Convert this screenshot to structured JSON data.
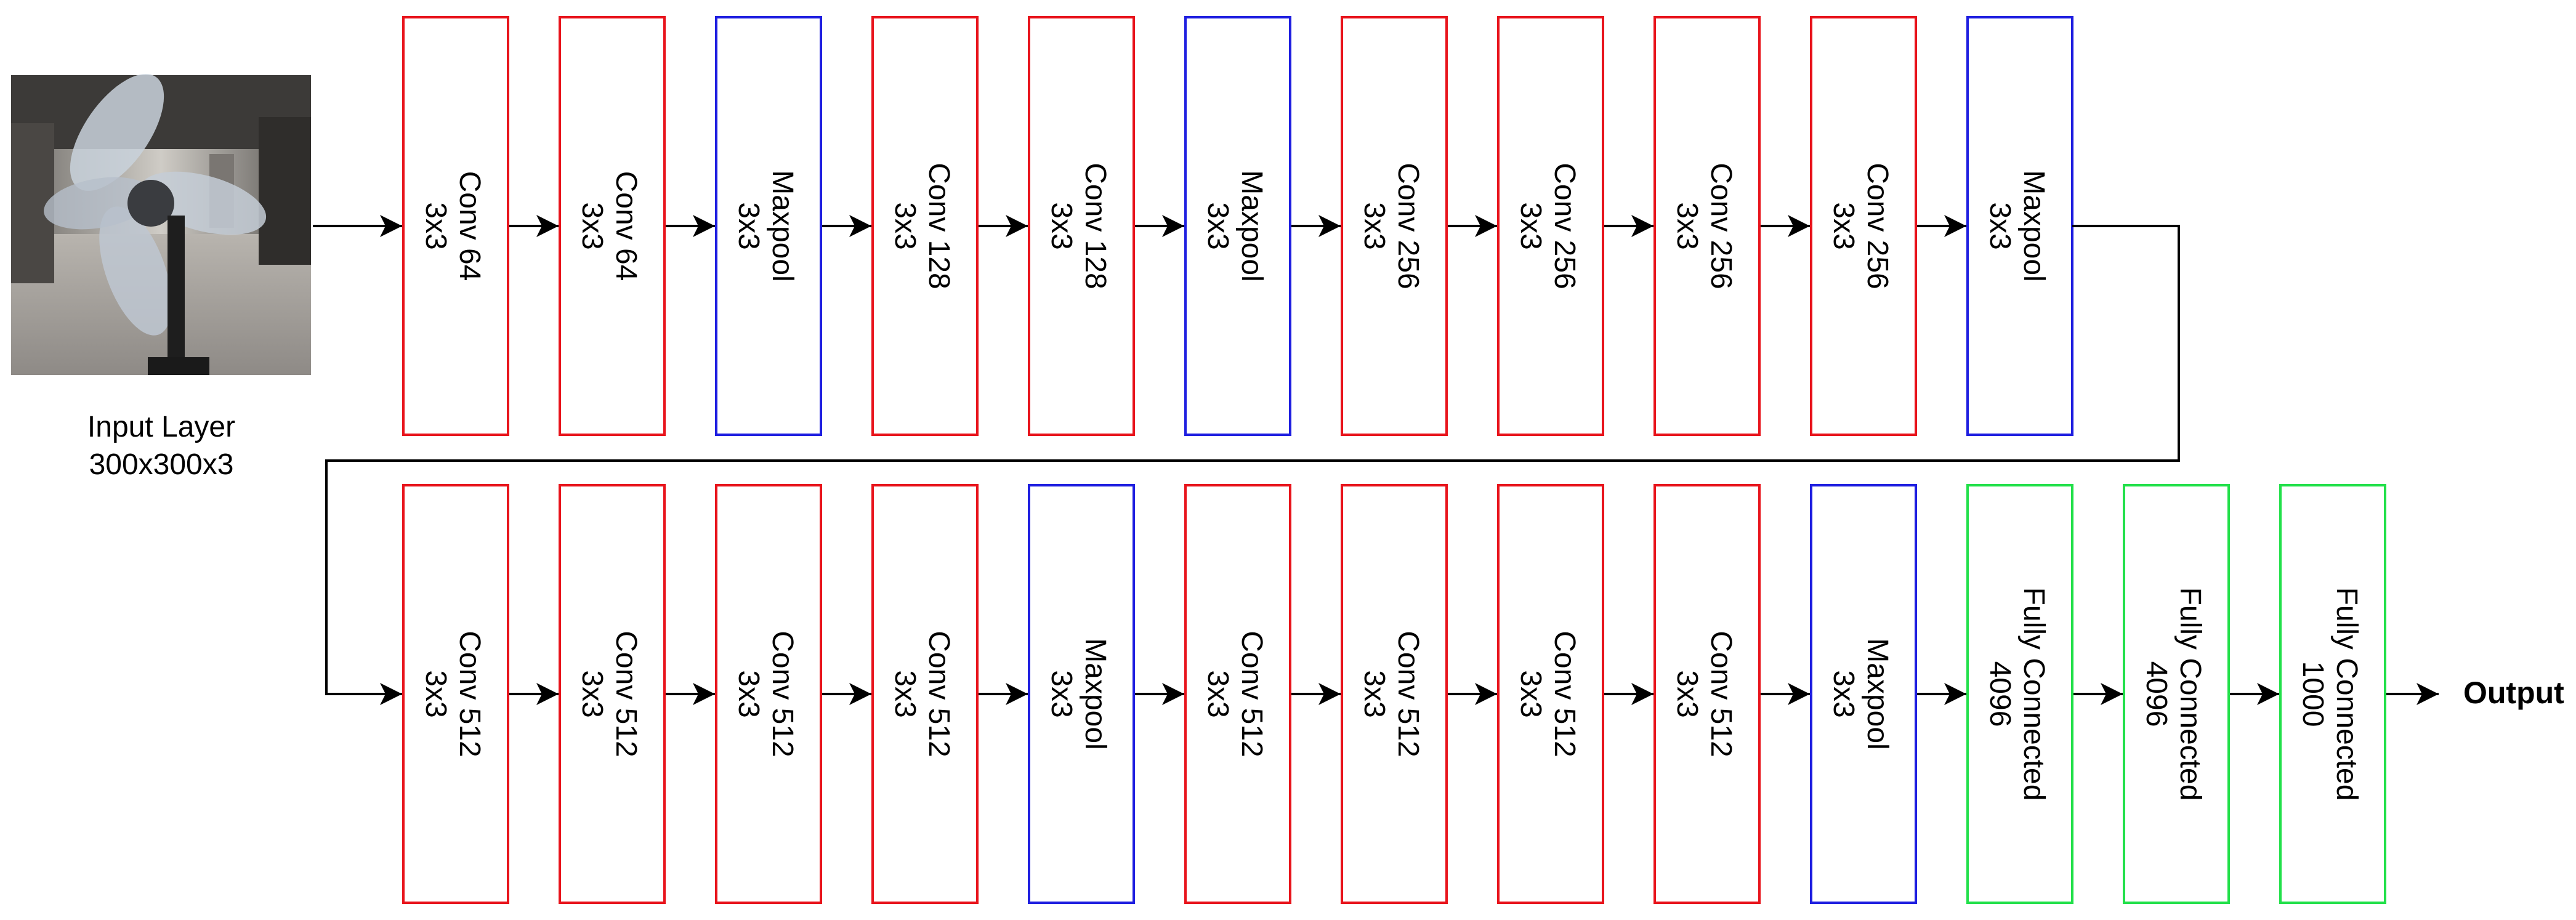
{
  "colors": {
    "conv": "#e8141c",
    "maxpool": "#1f1fe0",
    "fc": "#22e04a",
    "line": "#000000",
    "background": "#ffffff"
  },
  "input": {
    "image_subject": "photo of a standing electric fan in an indoor hallway",
    "label_line1": "Input Layer",
    "label_line2": "300x300x3"
  },
  "row1": [
    {
      "kind": "conv",
      "line1": "Conv 64",
      "line2": "3x3"
    },
    {
      "kind": "conv",
      "line1": "Conv 64",
      "line2": "3x3"
    },
    {
      "kind": "maxpool",
      "line1": "Maxpool",
      "line2": "3x3"
    },
    {
      "kind": "conv",
      "line1": "Conv 128",
      "line2": "3x3"
    },
    {
      "kind": "conv",
      "line1": "Conv 128",
      "line2": "3x3"
    },
    {
      "kind": "maxpool",
      "line1": "Maxpool",
      "line2": "3x3"
    },
    {
      "kind": "conv",
      "line1": "Conv 256",
      "line2": "3x3"
    },
    {
      "kind": "conv",
      "line1": "Conv 256",
      "line2": "3x3"
    },
    {
      "kind": "conv",
      "line1": "Conv 256",
      "line2": "3x3"
    },
    {
      "kind": "conv",
      "line1": "Conv 256",
      "line2": "3x3"
    },
    {
      "kind": "maxpool",
      "line1": "Maxpool",
      "line2": "3x3"
    }
  ],
  "row2": [
    {
      "kind": "conv",
      "line1": "Conv 512",
      "line2": "3x3"
    },
    {
      "kind": "conv",
      "line1": "Conv 512",
      "line2": "3x3"
    },
    {
      "kind": "conv",
      "line1": "Conv 512",
      "line2": "3x3"
    },
    {
      "kind": "conv",
      "line1": "Conv 512",
      "line2": "3x3"
    },
    {
      "kind": "maxpool",
      "line1": "Maxpool",
      "line2": "3x3"
    },
    {
      "kind": "conv",
      "line1": "Conv 512",
      "line2": "3x3"
    },
    {
      "kind": "conv",
      "line1": "Conv 512",
      "line2": "3x3"
    },
    {
      "kind": "conv",
      "line1": "Conv 512",
      "line2": "3x3"
    },
    {
      "kind": "conv",
      "line1": "Conv 512",
      "line2": "3x3"
    },
    {
      "kind": "maxpool",
      "line1": "Maxpool",
      "line2": "3x3"
    },
    {
      "kind": "fc",
      "line1": "Fully Connected",
      "line2": "4096"
    },
    {
      "kind": "fc",
      "line1": "Fully Connected",
      "line2": "4096"
    },
    {
      "kind": "fc",
      "line1": "Fully Connected",
      "line2": "1000"
    }
  ],
  "output_label": "Output"
}
